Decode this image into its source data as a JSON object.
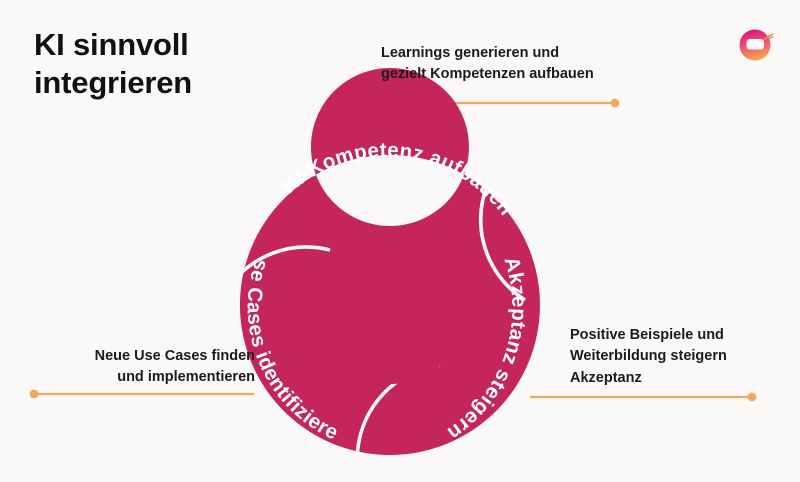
{
  "page": {
    "background_color": "#faf9f7",
    "title": "KI sinnvoll\nintegrieren"
  },
  "brand": {
    "logo_name": "company-logo",
    "gradient_start": "#e0117f",
    "gradient_end": "#f5a24b",
    "accent_magenta": "#c4265b",
    "accent_orange": "#f0a85a"
  },
  "callouts": [
    {
      "id": "top",
      "text": "Learnings generieren und\ngezielt Kompetenzen aufbauen"
    },
    {
      "id": "left",
      "text": "Neue Use Cases finden\nund implementieren"
    },
    {
      "id": "right",
      "text": "Positive Beispiele und\nWeiterbildung steigern\nAkzeptanz"
    }
  ],
  "chart_data": {
    "type": "pie",
    "title": "KI sinnvoll integrieren",
    "subtype": "donut-cycle",
    "categories": [
      "KI-Kompetenz aufbauen",
      "Akzeptanz steigern",
      "Use Cases identifizieren"
    ],
    "values": [
      33.3,
      33.3,
      33.3
    ],
    "colors": [
      "#c4265b",
      "#c4265b",
      "#c4265b"
    ],
    "separator_color": "#faf9f7",
    "label_color": "#ffffff",
    "legend": "none",
    "grid": false,
    "annotations": [
      "Learnings generieren und gezielt Kompetenzen aufbauen",
      "Positive Beispiele und Weiterbildung steigern Akzeptanz",
      "Neue Use Cases finden und implementieren"
    ]
  },
  "donut_labels": {
    "segment_1": "KI-Kompetenz aufbauen",
    "segment_2": "Akzeptanz steigern",
    "segment_3": "Use Cases identifizieren"
  }
}
